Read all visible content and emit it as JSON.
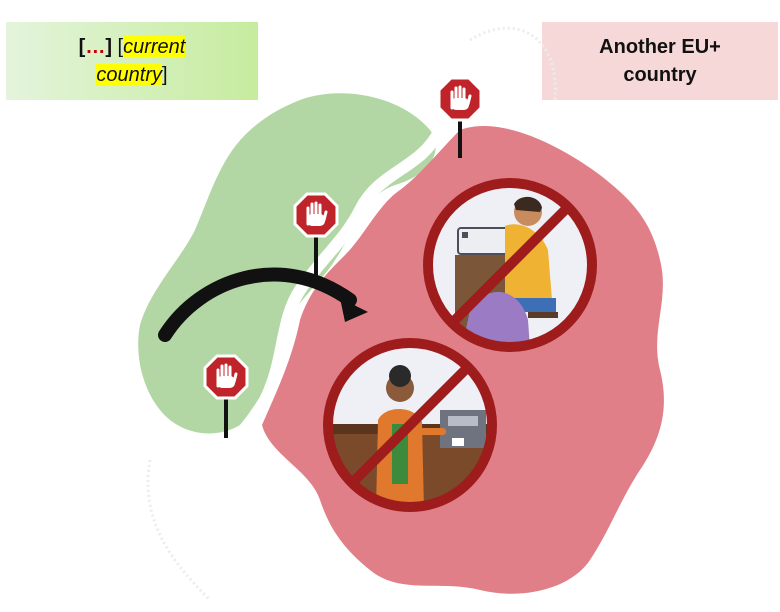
{
  "labels": {
    "current_country": {
      "open_bracket": "[",
      "ellipsis": "…",
      "close_bracket": "]",
      "line1_open": " [",
      "line1_italic": "current",
      "line2_italic": "country",
      "line2_close": "]"
    },
    "other_country": {
      "line1": "Another EU+",
      "line2": "country"
    }
  },
  "icons": [
    "stop-sign-hand-icon",
    "curved-arrow-icon",
    "prohibited-sewing-icon",
    "prohibited-barista-icon"
  ],
  "colors": {
    "home_region": "#b2d6a4",
    "other_region": "#e07f88",
    "prohibit_ring": "#9e1c1c",
    "stop_sign": "#c0242b"
  }
}
